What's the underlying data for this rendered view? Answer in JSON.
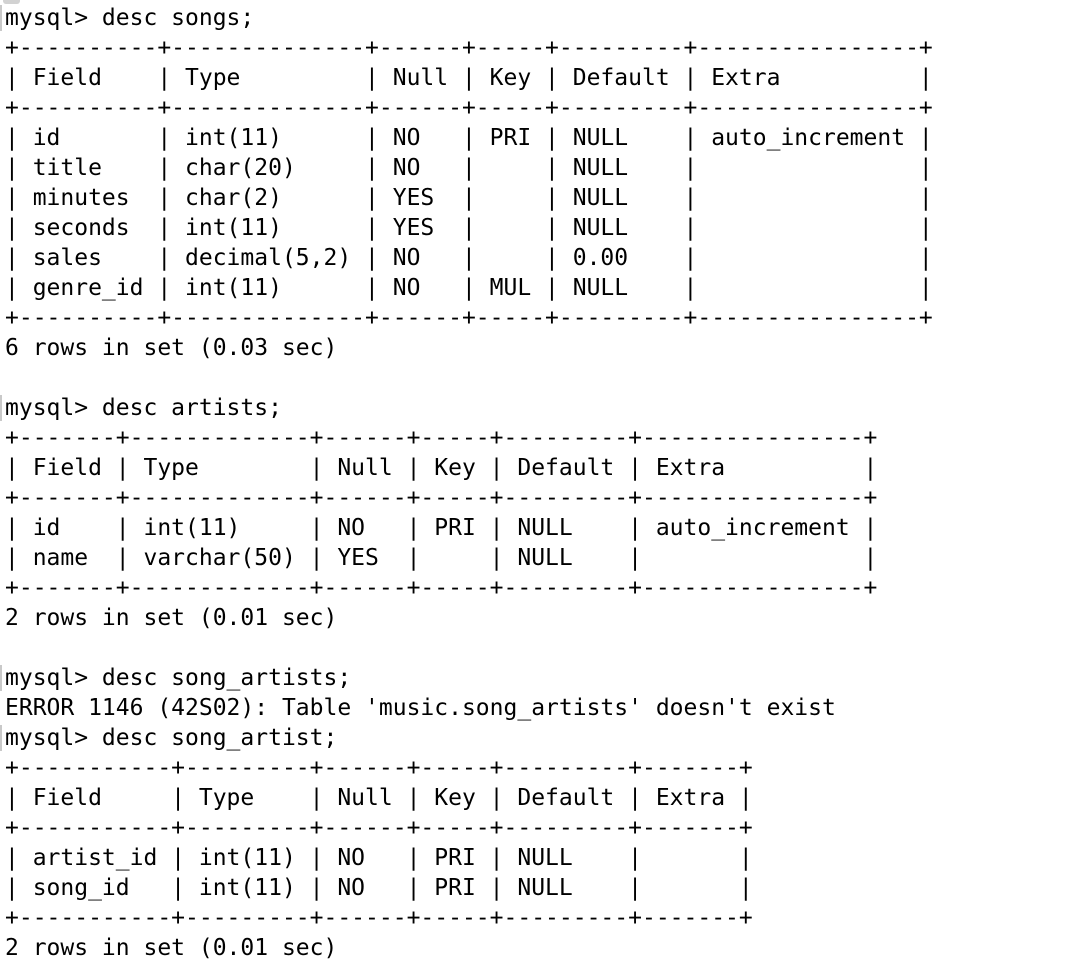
{
  "terminal": {
    "colors": {
      "background": "#ffffff",
      "text": "#000000",
      "prompt_marker": "#c9c9c9"
    },
    "prompt": "mysql> ",
    "blocks": [
      {
        "name": "desc-songs",
        "command": "desc songs;",
        "table": {
          "headers": [
            "Field",
            "Type",
            "Null",
            "Key",
            "Default",
            "Extra"
          ],
          "rows": [
            [
              "id",
              "int(11)",
              "NO",
              "PRI",
              "NULL",
              "auto_increment"
            ],
            [
              "title",
              "char(20)",
              "NO",
              "",
              "NULL",
              ""
            ],
            [
              "minutes",
              "char(2)",
              "YES",
              "",
              "NULL",
              ""
            ],
            [
              "seconds",
              "int(11)",
              "YES",
              "",
              "NULL",
              ""
            ],
            [
              "sales",
              "decimal(5,2)",
              "NO",
              "",
              "0.00",
              ""
            ],
            [
              "genre_id",
              "int(11)",
              "NO",
              "MUL",
              "NULL",
              ""
            ]
          ]
        },
        "status": "6 rows in set (0.03 sec)"
      },
      {
        "name": "desc-artists",
        "command": "desc artists;",
        "table": {
          "headers": [
            "Field",
            "Type",
            "Null",
            "Key",
            "Default",
            "Extra"
          ],
          "rows": [
            [
              "id",
              "int(11)",
              "NO",
              "PRI",
              "NULL",
              "auto_increment"
            ],
            [
              "name",
              "varchar(50)",
              "YES",
              "",
              "NULL",
              ""
            ]
          ]
        },
        "status": "2 rows in set (0.01 sec)"
      },
      {
        "name": "desc-song-artists-error",
        "command": "desc song_artists;",
        "error": "ERROR 1146 (42S02): Table 'music.song_artists' doesn't exist"
      },
      {
        "name": "desc-song-artist",
        "command": "desc song_artist;",
        "table": {
          "headers": [
            "Field",
            "Type",
            "Null",
            "Key",
            "Default",
            "Extra"
          ],
          "rows": [
            [
              "artist_id",
              "int(11)",
              "NO",
              "PRI",
              "NULL",
              ""
            ],
            [
              "song_id",
              "int(11)",
              "NO",
              "PRI",
              "NULL",
              ""
            ]
          ]
        },
        "status": "2 rows in set (0.01 sec)"
      }
    ]
  }
}
